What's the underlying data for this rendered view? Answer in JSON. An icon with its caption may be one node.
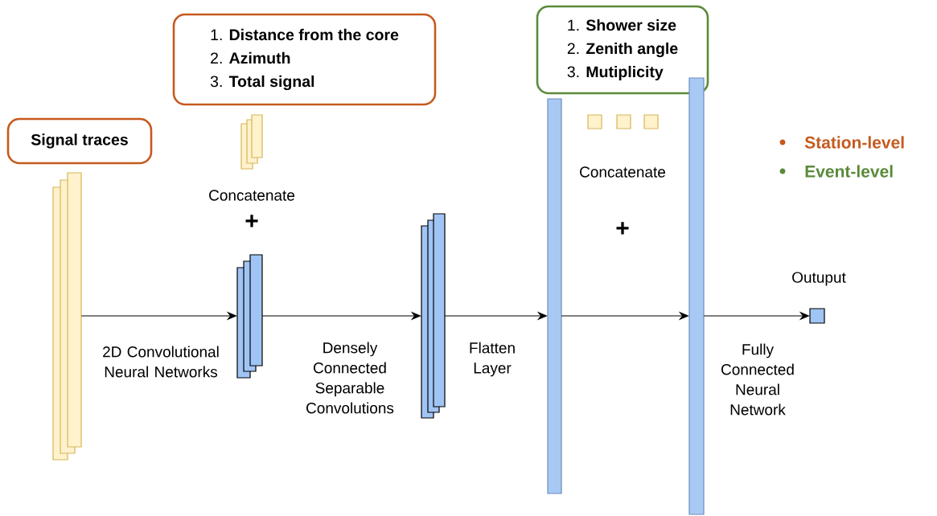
{
  "diagram": {
    "nodes": [
      {
        "text": [
          "Signal traces"
        ]
      },
      {
        "text": [
          "1. **Distance from the core**",
          "2. **Azimuth**",
          "3. **Total signal**"
        ]
      },
      {
        "text": [
          "1. **Shower size**",
          "2. **Zenith angle**",
          "3. **Mutiplicity**"
        ]
      },
      {
        "text": [],
        "shape": "bar"
      },
      {
        "text": [],
        "shape": "bar"
      },
      {
        "text": [],
        "shape": "bar"
      },
      {
        "text": [],
        "shape": "bar"
      },
      {
        "text": [],
        "shape": "bar"
      },
      {
        "text": [],
        "shape": "box"
      },
      {
        "text": [],
        "shape": "box"
      },
      {
        "text": [],
        "shape": "box"
      },
      {
        "text": [],
        "shape": "bar"
      },
      {
        "text": [],
        "shape": "box",
        "beside": [
          "Outuput"
        ]
      }
    ],
    "edges": [
      {
        "from": 3,
        "to": 5,
        "arrow": "to",
        "label": "2D Convolutional Neural Networks"
      },
      {
        "from": 5,
        "to": 6,
        "arrow": "to",
        "label": "Densely Connected Separable Convolutions"
      },
      {
        "from": 6,
        "to": 7,
        "arrow": "to",
        "label": "Flatten Layer"
      },
      {
        "from": 7,
        "to": 11,
        "arrow": "to"
      },
      {
        "from": 11,
        "to": 12,
        "arrow": "to",
        "label": "Fully Connected Neural Network"
      }
    ],
    "labels": [
      "Concatenate",
      "+",
      "Concatenate",
      "+"
    ],
    "legend": [
      {
        "text": "Station-level",
        "color": "#c55a1e"
      },
      {
        "text": "Event-level",
        "color": "#5a8a3a"
      }
    ]
  }
}
